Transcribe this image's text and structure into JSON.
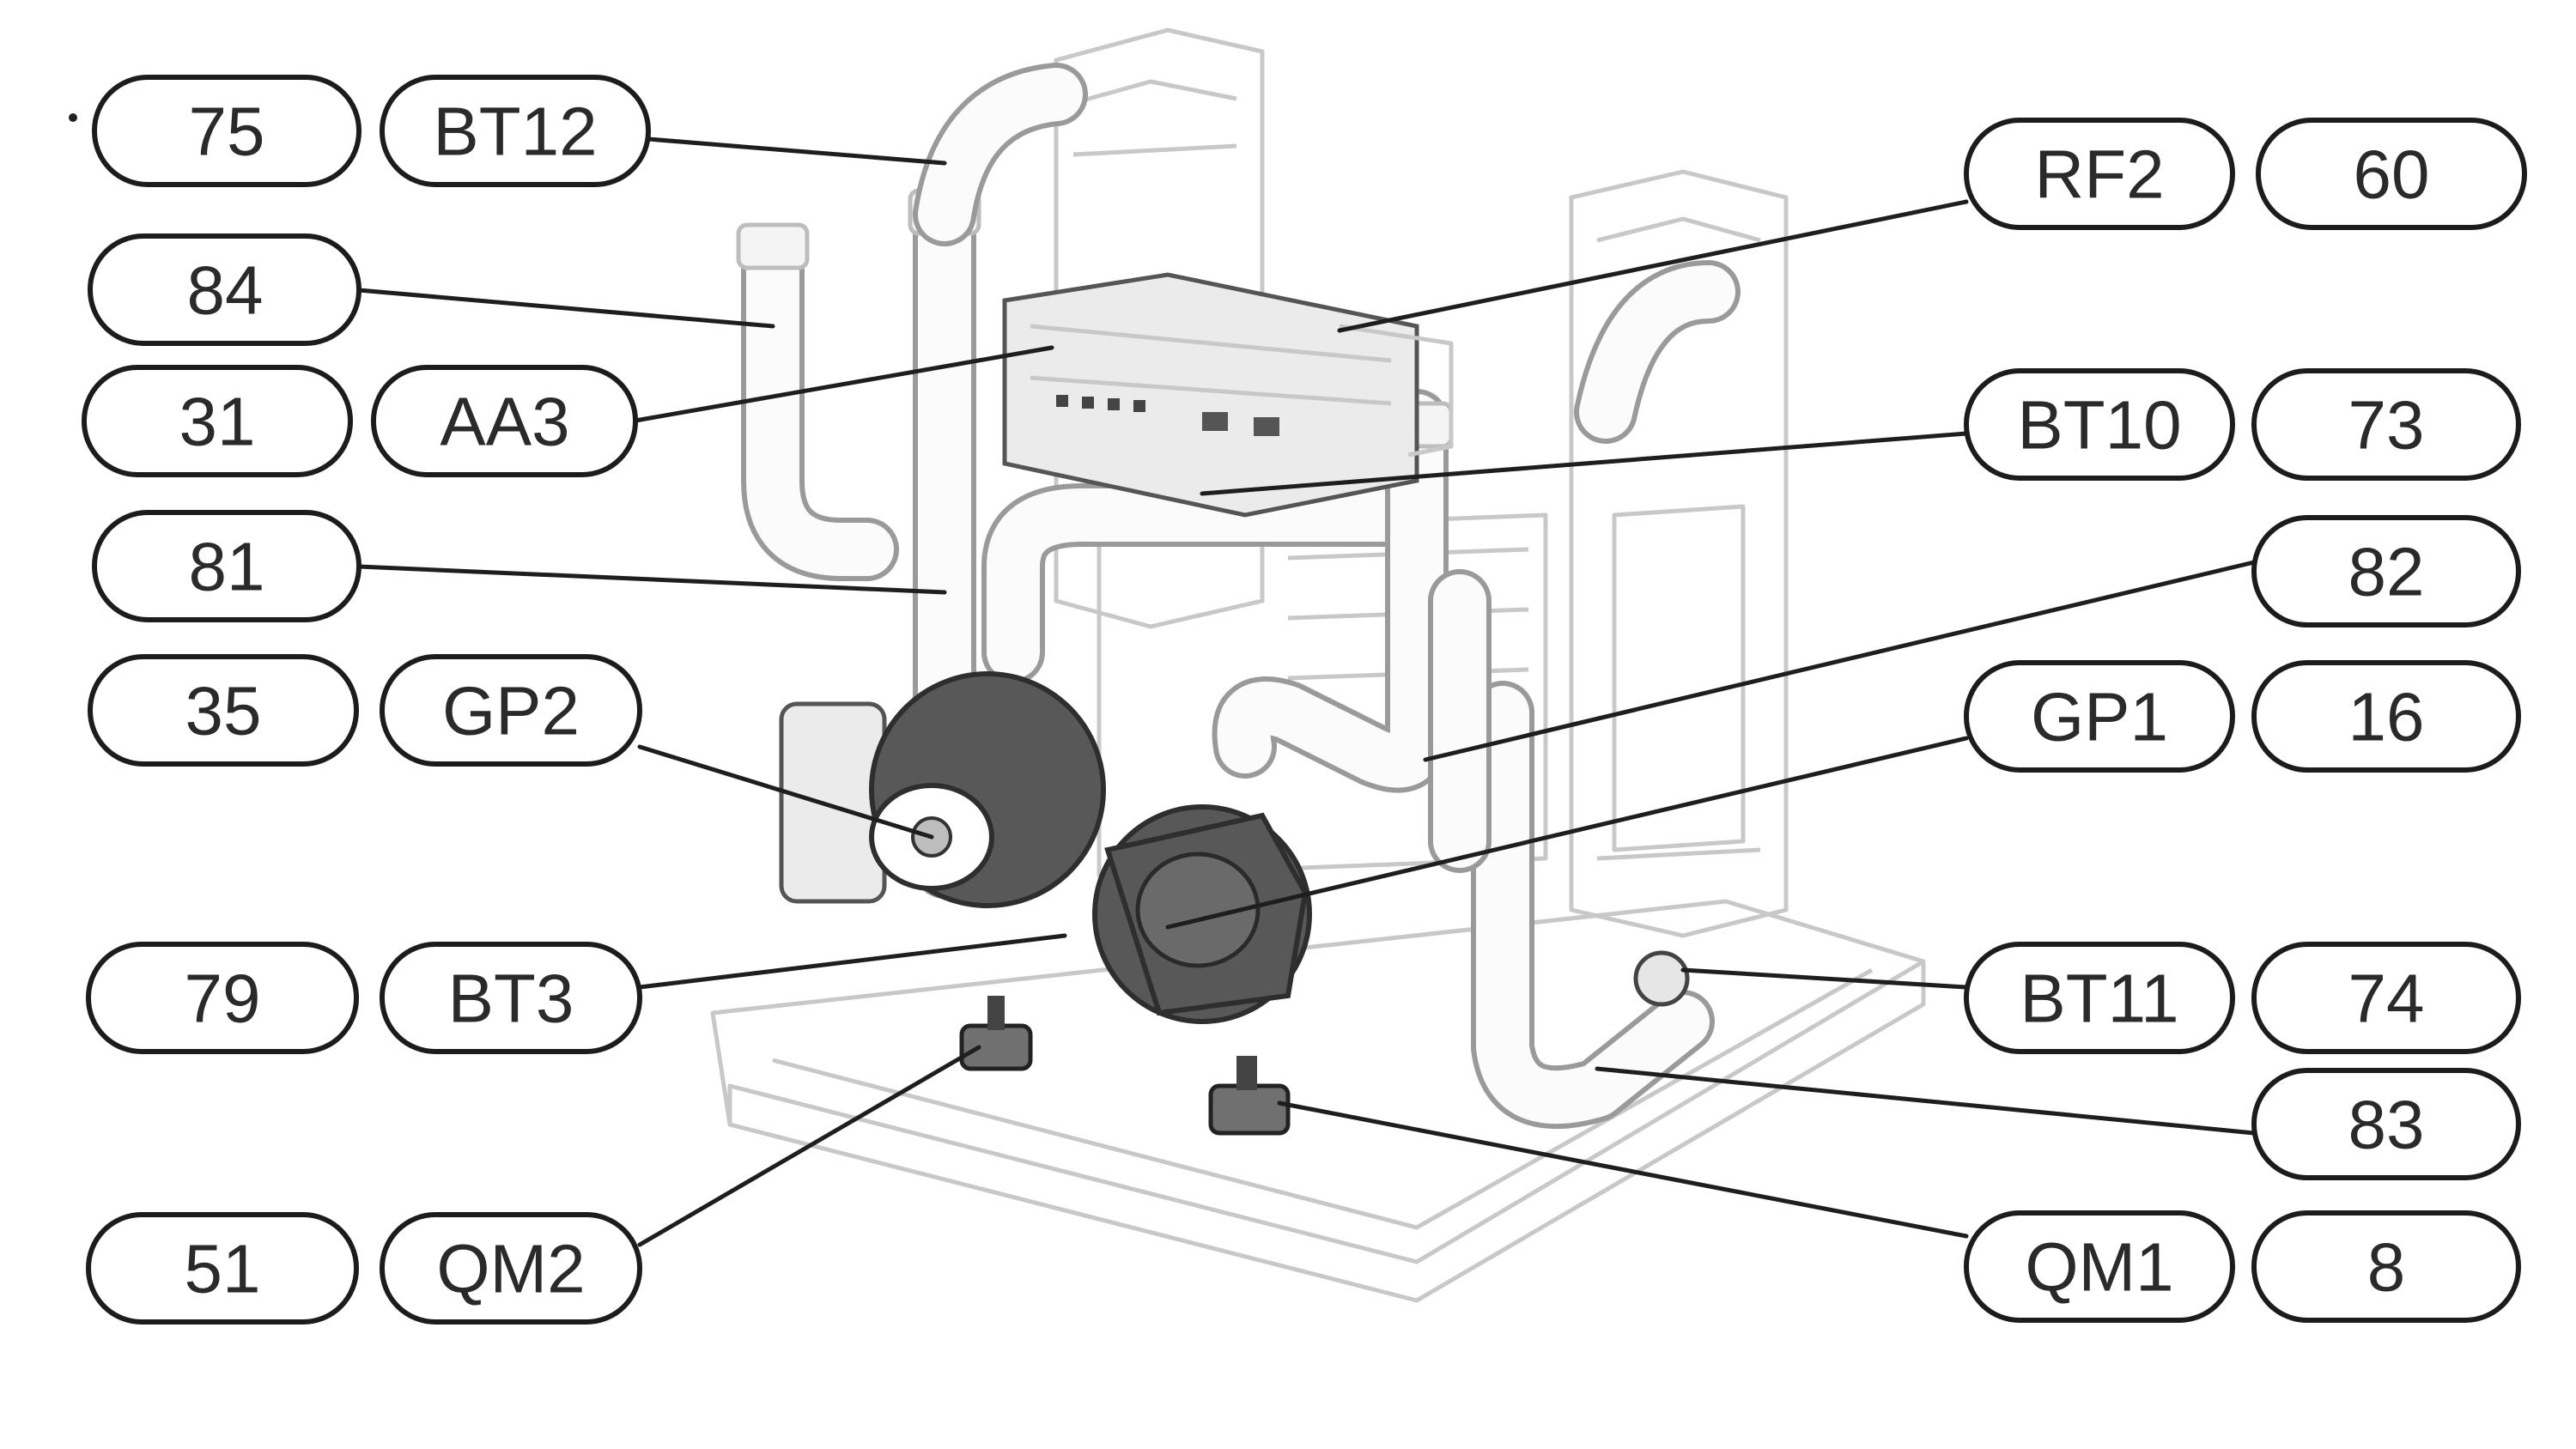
{
  "callouts": [
    {
      "id": "c75",
      "text": "75"
    },
    {
      "id": "cBT12",
      "text": "BT12"
    },
    {
      "id": "c84",
      "text": "84"
    },
    {
      "id": "c31",
      "text": "31"
    },
    {
      "id": "cAA3",
      "text": "AA3"
    },
    {
      "id": "c81",
      "text": "81"
    },
    {
      "id": "c35",
      "text": "35"
    },
    {
      "id": "cGP2",
      "text": "GP2"
    },
    {
      "id": "c79",
      "text": "79"
    },
    {
      "id": "cBT3",
      "text": "BT3"
    },
    {
      "id": "c51",
      "text": "51"
    },
    {
      "id": "cQM2",
      "text": "QM2"
    },
    {
      "id": "cRF2",
      "text": "RF2"
    },
    {
      "id": "c60",
      "text": "60"
    },
    {
      "id": "cBT10",
      "text": "BT10"
    },
    {
      "id": "c73",
      "text": "73"
    },
    {
      "id": "c82",
      "text": "82"
    },
    {
      "id": "cGP1",
      "text": "GP1"
    },
    {
      "id": "c16",
      "text": "16"
    },
    {
      "id": "cBT11",
      "text": "BT11"
    },
    {
      "id": "c74",
      "text": "74"
    },
    {
      "id": "c83",
      "text": "83"
    },
    {
      "id": "cQM1",
      "text": "QM1"
    },
    {
      "id": "c8",
      "text": "8"
    }
  ]
}
